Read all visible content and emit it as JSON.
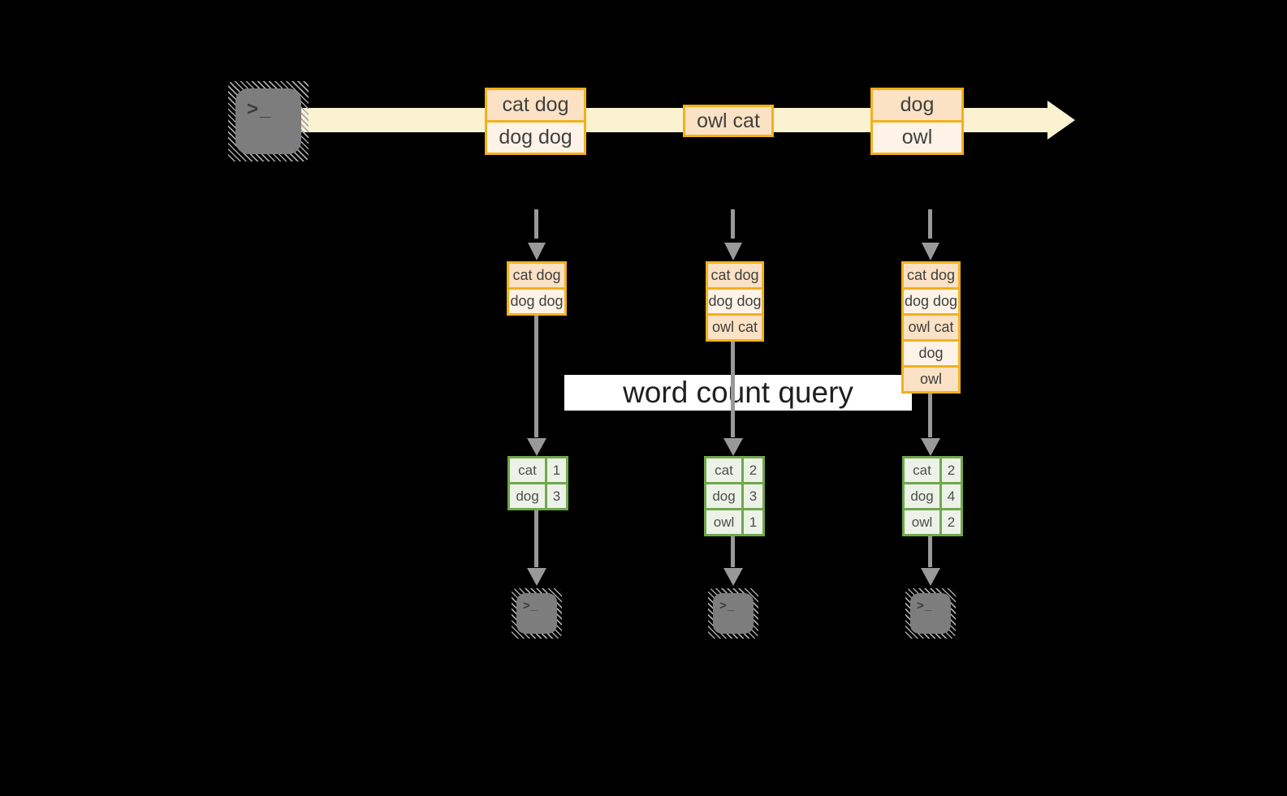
{
  "diagram": {
    "query_banner": "word count query",
    "terminal_prompt": ">_",
    "stream_events": [
      {
        "lines": [
          "cat dog",
          "dog dog"
        ]
      },
      {
        "lines": [
          "owl cat"
        ]
      },
      {
        "lines": [
          "dog",
          "owl"
        ]
      }
    ],
    "micro_batches": [
      {
        "lines": [
          "cat dog",
          "dog dog"
        ]
      },
      {
        "lines": [
          "cat dog",
          "dog dog",
          "owl cat"
        ]
      },
      {
        "lines": [
          "cat dog",
          "dog dog",
          "owl cat",
          "dog",
          "owl"
        ]
      }
    ],
    "word_counts": [
      {
        "rows": [
          {
            "word": "cat",
            "count": "1"
          },
          {
            "word": "dog",
            "count": "3"
          }
        ]
      },
      {
        "rows": [
          {
            "word": "cat",
            "count": "2"
          },
          {
            "word": "dog",
            "count": "3"
          },
          {
            "word": "owl",
            "count": "1"
          }
        ]
      },
      {
        "rows": [
          {
            "word": "cat",
            "count": "2"
          },
          {
            "word": "dog",
            "count": "4"
          },
          {
            "word": "owl",
            "count": "2"
          }
        ]
      }
    ],
    "colors": {
      "background": "#000000",
      "stream_arrow": "#FAF2D1",
      "event_border": "#F2B11C",
      "event_fill_dark": "#FBE2C4",
      "event_fill_light": "#FEF3E6",
      "table_border": "#6FA84C",
      "table_fill": "#EDF2E8",
      "connector_gray": "#999999",
      "terminal_gray": "#7D7D7D",
      "banner_bg": "#FFFFFF"
    }
  }
}
